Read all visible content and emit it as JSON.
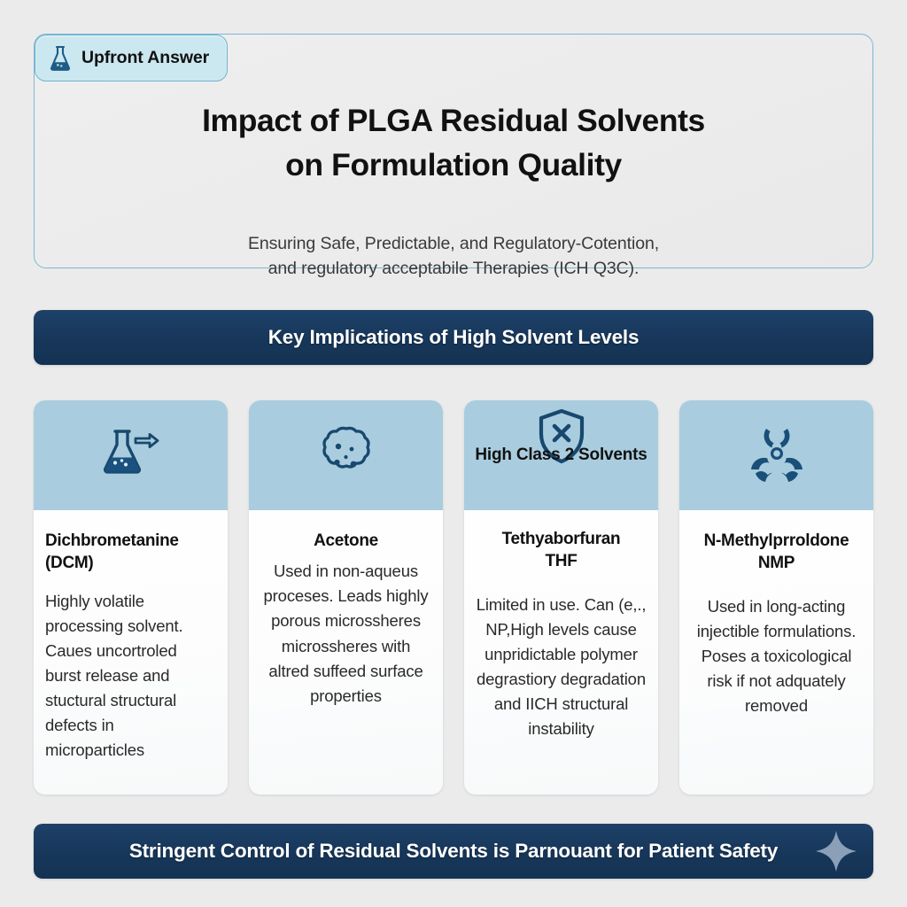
{
  "theme": {
    "page_background": "#ebebeb",
    "accent_navy": "#17375a",
    "accent_light_blue": "#a9cdde",
    "badge_background": "#cbe7f0",
    "badge_border": "#6fb3d2",
    "hero_border": "#7bb8d4",
    "sparkle_color": "#8ba0b8"
  },
  "hero": {
    "badge_label": "Upfront Answer",
    "badge_icon": "flask-icon",
    "title_line_1": "Impact of PLGA Residual Solvents",
    "title_line_2": "on Formulation Quality",
    "subtitle_line_1": "Ensuring Safe, Predictable, and Regulatory-Cotention,",
    "subtitle_line_2": "and regulatory acceptabile Therapies (ICH Q3C)."
  },
  "banner_top": {
    "label": "Key Implications of High Solvent Levels"
  },
  "banner_bottom": {
    "label": "Stringent Control of Residual Solvents is Parnouant for Patient Safety",
    "decoration_icon": "sparkle-icon"
  },
  "cards": [
    {
      "icon": "flask-with-arrow-icon",
      "header_overlay_text": "",
      "title_line_1": "Dichbrometanine",
      "title_line_2": "(DCM)",
      "body": "Highly volatile processing solvent. Caues uncortroled burst release and stuctural structural defects in microparticles",
      "align": "left"
    },
    {
      "icon": "porous-microsphere-icon",
      "header_overlay_text": "",
      "title_line_1": "Acetone",
      "title_line_2": "",
      "body": "Used in non-aqueus proceses. Leads highly porous microssheres microssheres with altred suffeed surface properties",
      "align": "center"
    },
    {
      "icon": "shield-x-icon",
      "header_overlay_text": "High Class 2 Solvents",
      "title_line_1": "Tethyaborfuran",
      "title_line_2": "THF",
      "body": "Limited in use. Can (e,., NP,High levels cause unpridictable polymer degrastiory degradation and IICH structural instability",
      "align": "center"
    },
    {
      "icon": "biohazard-icon",
      "header_overlay_text": "",
      "title_line_1": "N-Methylprroldone",
      "title_line_2": "NMP",
      "body": "Used in long-acting injectible formulations. Poses a toxicological risk if not adquately removed",
      "align": "center"
    }
  ]
}
